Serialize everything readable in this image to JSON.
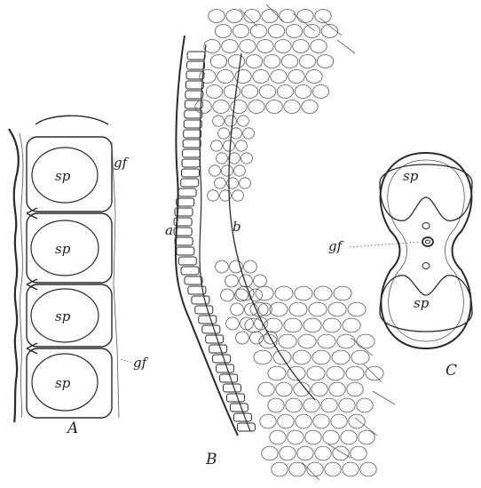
{
  "figure": {
    "panels": [
      {
        "id": "A",
        "label": "A",
        "spore_labels": [
          "sp",
          "sp",
          "sp",
          "sp"
        ],
        "gf_labels": [
          "gf",
          "gf"
        ]
      },
      {
        "id": "B",
        "label": "B",
        "point_labels": [
          "a",
          "b"
        ]
      },
      {
        "id": "C",
        "label": "C",
        "spore_labels": [
          "sp",
          "sp"
        ],
        "gf_label": "gf"
      }
    ]
  }
}
